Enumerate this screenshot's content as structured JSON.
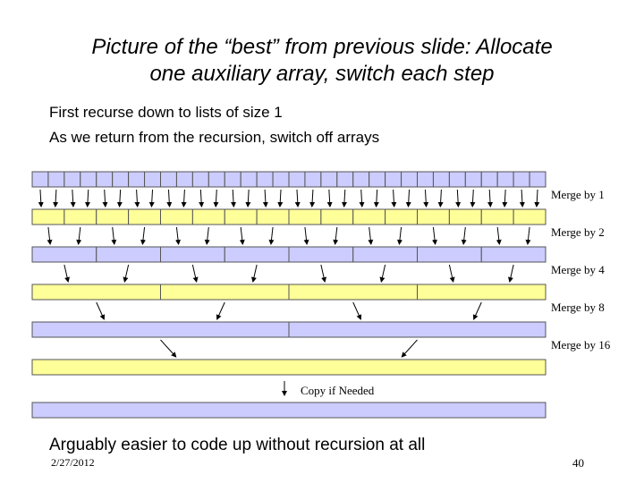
{
  "slide": {
    "title_line1": "Picture of the “best” from previous slide: Allocate",
    "title_line2": "one auxiliary array, switch each step",
    "bullets": [
      "First recurse down to lists of size 1",
      "As we return from the recursion, switch off arrays",
      "Arguably easier to code up without recursion at all"
    ],
    "date": "2/27/2012",
    "page_number": "40"
  },
  "diagram": {
    "colors": {
      "blue": "#ccccff",
      "yellow": "#ffff99",
      "stroke": "#555555"
    },
    "rows": [
      {
        "segments": 32,
        "color": "blue"
      },
      {
        "segments": 16,
        "color": "yellow"
      },
      {
        "segments": 8,
        "color": "blue"
      },
      {
        "segments": 4,
        "color": "yellow"
      },
      {
        "segments": 2,
        "color": "blue"
      },
      {
        "segments": 1,
        "color": "yellow"
      },
      {
        "segments": 1,
        "color": "blue"
      }
    ],
    "merge_labels": [
      "Merge by 1",
      "Merge by 2",
      "Merge by 4",
      "Merge by 8",
      "Merge by 16"
    ],
    "copy_label": "Copy if Needed"
  }
}
